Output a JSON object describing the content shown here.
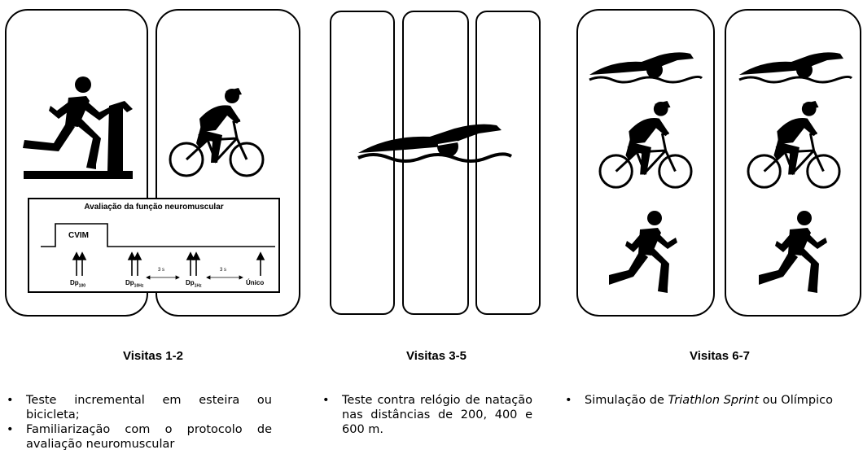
{
  "neuromuscular": {
    "title": "Avaliação da função neuromuscular",
    "cvim_label": "CVIM",
    "dp100_main": "Dp",
    "dp100_sub": "100",
    "dp10_main": "Dp",
    "dp10_sub": "10Hz",
    "dp1_main": "Dp",
    "dp1_sub": "1Hz",
    "unico": "Único",
    "gap1": "3 s",
    "gap2": "3 s"
  },
  "visits": [
    {
      "title": "Visitas 1-2",
      "bullets": [
        "Teste incremental em esteira ou bicicleta;",
        "Familiarização com o protocolo de avaliação neuromuscular"
      ]
    },
    {
      "title": "Visitas 3-5",
      "bullets": [
        "Teste contra relógio de natação nas distâncias de 200, 400 e 600 m."
      ]
    },
    {
      "title": "Visitas 6-7",
      "bullet_prefix": "Simulação de ",
      "bullet_italic": "Triathlon Sprint",
      "bullet_suffix": " ou Olímpico"
    }
  ],
  "icons": [
    "treadmill-runner-icon",
    "cyclist-icon",
    "swimmer-icon",
    "runner-icon"
  ]
}
